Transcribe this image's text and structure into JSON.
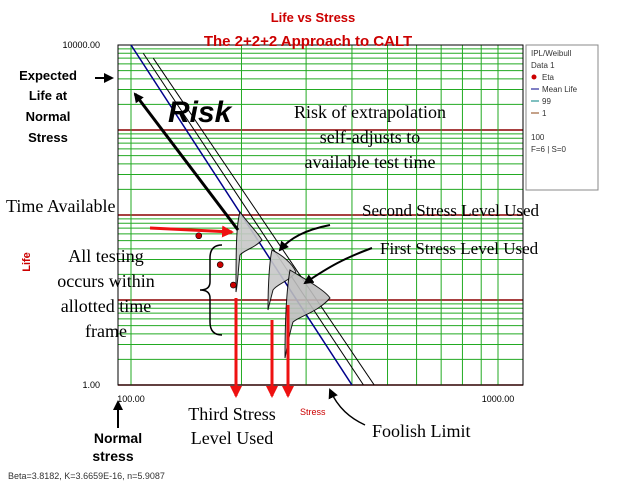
{
  "chart_data": {
    "type": "line",
    "title": "Life vs Stress",
    "subtitle": "The 2+2+2 Approach to CALT",
    "xlabel": "Stress",
    "ylabel": "Life",
    "xscale": "log",
    "yscale": "log",
    "xlim": [
      100,
      1000
    ],
    "ylim": [
      1,
      10000
    ],
    "x_tick_labels": [
      "100.00",
      "1000.00"
    ],
    "y_tick_labels": [
      "10000.00",
      "1.00"
    ],
    "grid": true,
    "legend_position": "right",
    "legend": {
      "items": [
        "IPL/Weibull",
        "Data 1",
        "Eta",
        "Mean Life",
        "99",
        "1",
        "100",
        "F=6 | S=0"
      ]
    },
    "stress_levels": [
      {
        "stress": 153,
        "eta": 57
      },
      {
        "stress": 175,
        "eta": 26
      },
      {
        "stress": 190,
        "eta": 15
      }
    ],
    "lines": {
      "mean_life": {
        "from": [
          100,
          10000
        ],
        "to": [
          400,
          1
        ]
      },
      "upper_bound": {
        "from": [
          108,
          8000
        ],
        "to": [
          430,
          1
        ]
      },
      "lower_bound": {
        "from": [
          115,
          7000
        ],
        "to": [
          460,
          1
        ]
      }
    },
    "footer": "Beta=3.8182, K=3.6659E-16, n=5.9087"
  },
  "colors": {
    "grid": "#22aa22",
    "grid_band": "#8b0000",
    "title": "#cc0000",
    "arrow_red": "#ee1111",
    "line_navy": "#00008b",
    "line_dark": "#000000",
    "pdf_fill": "#bbbbbb"
  },
  "annotations": {
    "expected_life": [
      "Expected",
      "Life at",
      "Normal",
      "Stress"
    ],
    "risk": "Risk",
    "risk_self_adjust": [
      "Risk of extrapolation",
      "self-adjusts to",
      "available test time"
    ],
    "time_available": "Time Available",
    "second_stress": "Second Stress Level Used",
    "first_stress": "First Stress Level Used",
    "all_testing": [
      "All testing",
      "occurs within",
      "allotted time",
      "frame"
    ],
    "third_stress": [
      "Third Stress",
      "Level Used"
    ],
    "normal_stress": [
      "Normal",
      "stress"
    ],
    "foolish_limit": "Foolish Limit"
  }
}
